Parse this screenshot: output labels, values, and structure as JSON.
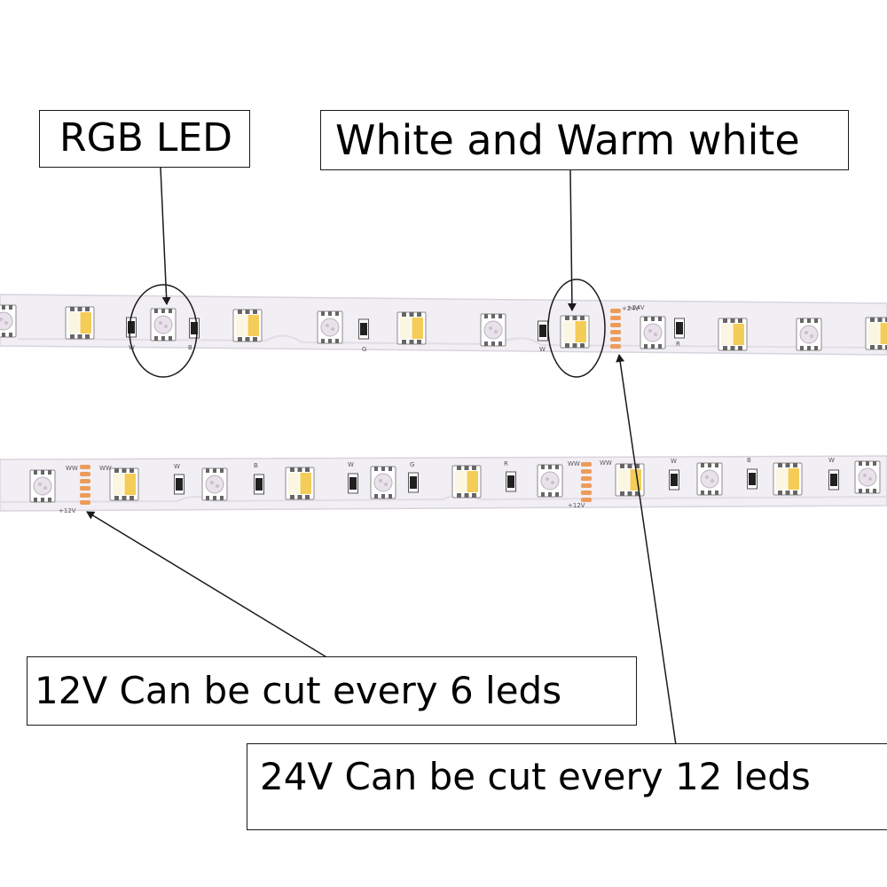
{
  "labels": {
    "rgb_led": "RGB LED",
    "white_warm_white": "White and Warm white",
    "cut_12v": "12V Can be cut every 6 leds",
    "cut_24v": "24V Can be cut every 12 leds"
  },
  "pcb_text": {
    "w": "W",
    "g": "G",
    "b": "B",
    "r": "R",
    "ww": "WW",
    "v24": "+24V",
    "v12": "+12V"
  },
  "colors": {
    "pcb": "#f1eef4",
    "pcb_edge": "#d9d3de",
    "warm_white": "#f4cc58",
    "cool_white": "#fbf6e2",
    "pad": "#ec9c5a",
    "outline": "#1a1a1a"
  }
}
